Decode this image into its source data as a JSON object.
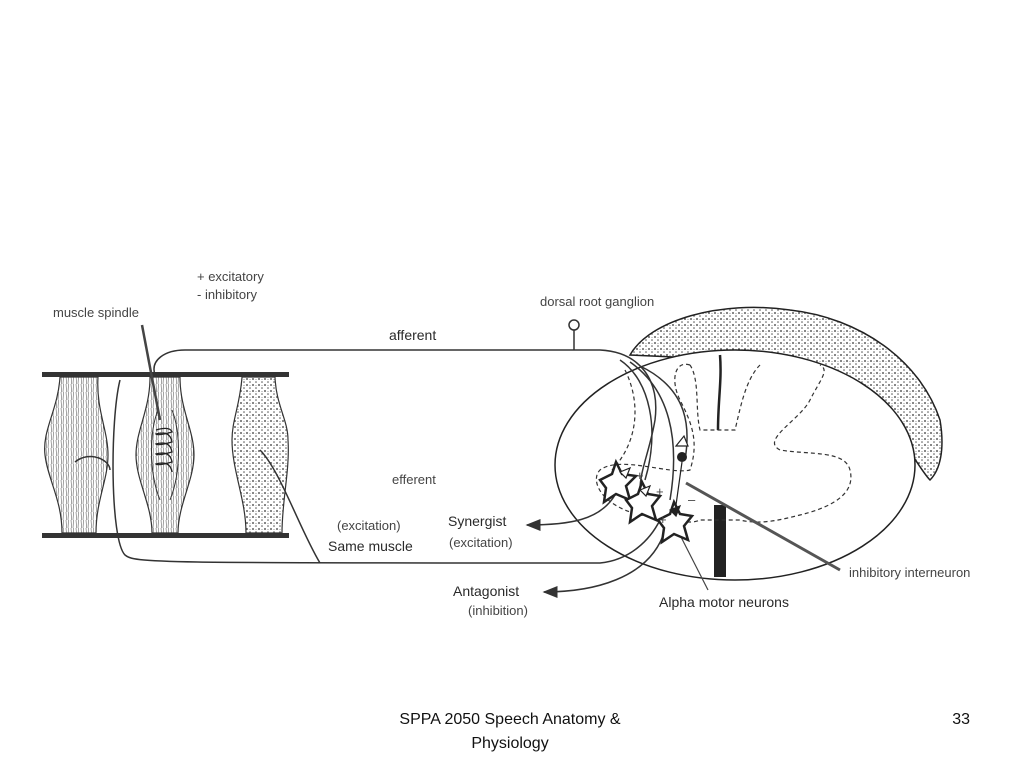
{
  "legend": {
    "excitatory": "+  excitatory",
    "inhibitory": "-   inhibitory"
  },
  "labels": {
    "muscle_spindle": "muscle spindle",
    "afferent": "afferent",
    "dorsal_root_ganglion": "dorsal root ganglion",
    "efferent": "efferent",
    "excitation_same": "(excitation)",
    "same_muscle": "Same muscle",
    "synergist": "Synergist",
    "synergist_sub": "(excitation)",
    "antagonist": "Antagonist",
    "antagonist_sub": "(inhibition)",
    "alpha_motor_neurons": "Alpha motor neurons",
    "inhibitory_interneuron": "inhibitory interneuron",
    "plus1": "+",
    "plus2": "+",
    "plus3": "+",
    "minus": "–"
  },
  "footer": {
    "course_line1": "SPPA 2050 Speech Anatomy &",
    "course_line2": "Physiology",
    "page_number": "33"
  }
}
